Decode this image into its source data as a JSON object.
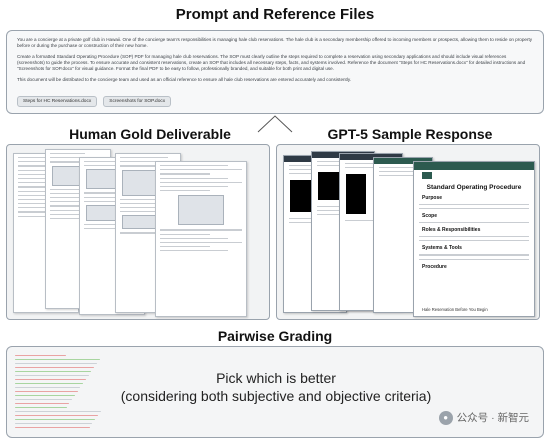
{
  "titles": {
    "prompt": "Prompt and Reference Files",
    "human": "Human Gold Deliverable",
    "gpt": "GPT-5 Sample Response",
    "grading": "Pairwise Grading"
  },
  "prompt_box": {
    "paragraphs": [
      "You are a concierge at a private golf club in Hawaii. One of the concierge team's responsibilities is managing hale club reservations. The hale club is a secondary membership offered to incoming members or prospects, allowing them to reside on property before or during the purchase or construction of their new home.",
      "Create a formatted Standard Operating Procedure (SOP) PDF for managing hale club reservations. The SOP must clearly outline the steps required to complete a reservation using secondary applications and should include visual references (screenshots) to guide the process. To ensure accurate and consistent reservations, create an SOP that includes all necessary steps, facts, and systems involved. Reference the document \"Steps for HC Reservations.docx\" for detailed instructions and \"Screenshots for SOP.docx\" for visual guidance. Format the final PDF to be easy to follow, professionally branded, and suitable for both print and digital use.",
      "This document will be distributed to the concierge team and used as an official reference to ensure all hale club reservations are entered accurately and consistently."
    ],
    "chips": [
      "Steps for HC Reservations.docx",
      "Screenshots for SOP.docx"
    ]
  },
  "gpt_doc": {
    "title": "Standard Operating Procedure",
    "headings": [
      "Purpose",
      "Scope",
      "Roles & Responsibilities",
      "Systems & Tools",
      "Procedure"
    ],
    "footer": "Hale Reservation Before You Begin"
  },
  "grading": {
    "line1": "Pick which is better",
    "line2": "(considering both subjective and objective criteria)"
  },
  "watermark": {
    "text": "公众号 · 新智元",
    "icon": "wechat-icon"
  },
  "colors": {
    "panel_border": "#9aa3ad",
    "panel_bg": "#f2f3f4",
    "header_dark": "#2f3a45",
    "header_green": "#2c5a4f",
    "stripe_red": "#e9a3a3",
    "stripe_green": "#a8d5a0"
  }
}
